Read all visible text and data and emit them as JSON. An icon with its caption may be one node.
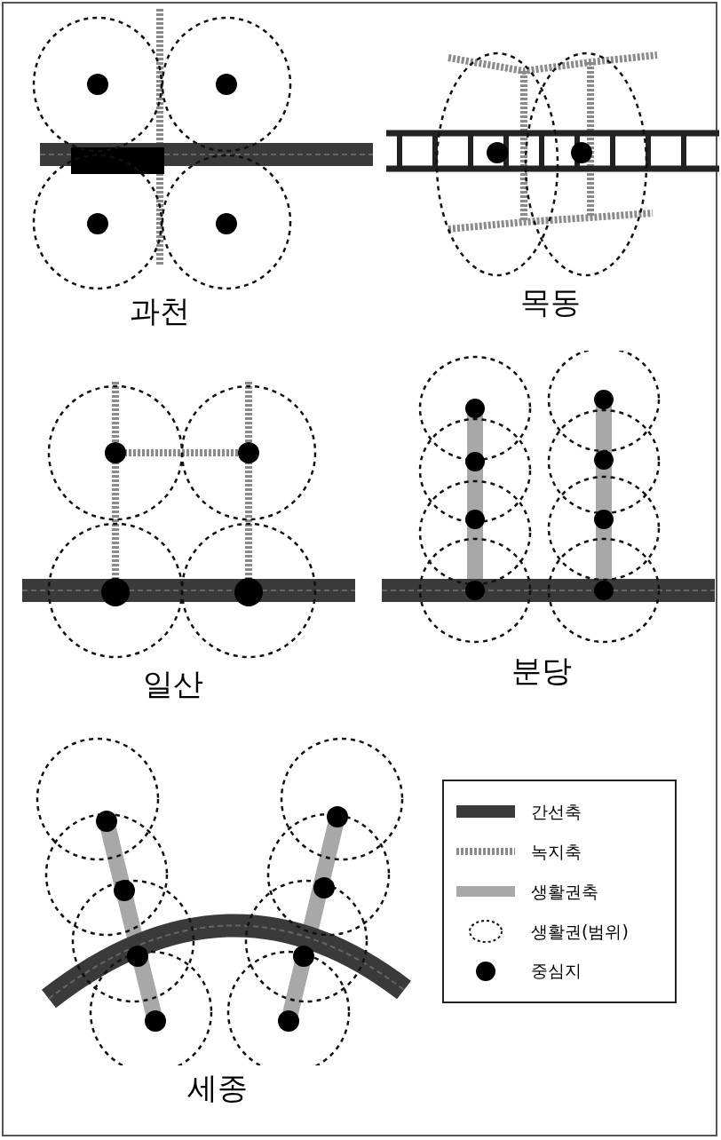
{
  "diagram": {
    "labels": [
      "과천",
      "목동",
      "일산",
      "분당",
      "세종"
    ],
    "legend": [
      {
        "text": "간선축"
      },
      {
        "text": "녹지축"
      },
      {
        "text": "생활권축"
      },
      {
        "text": "생활권(범위)"
      },
      {
        "text": "중심지"
      }
    ]
  }
}
